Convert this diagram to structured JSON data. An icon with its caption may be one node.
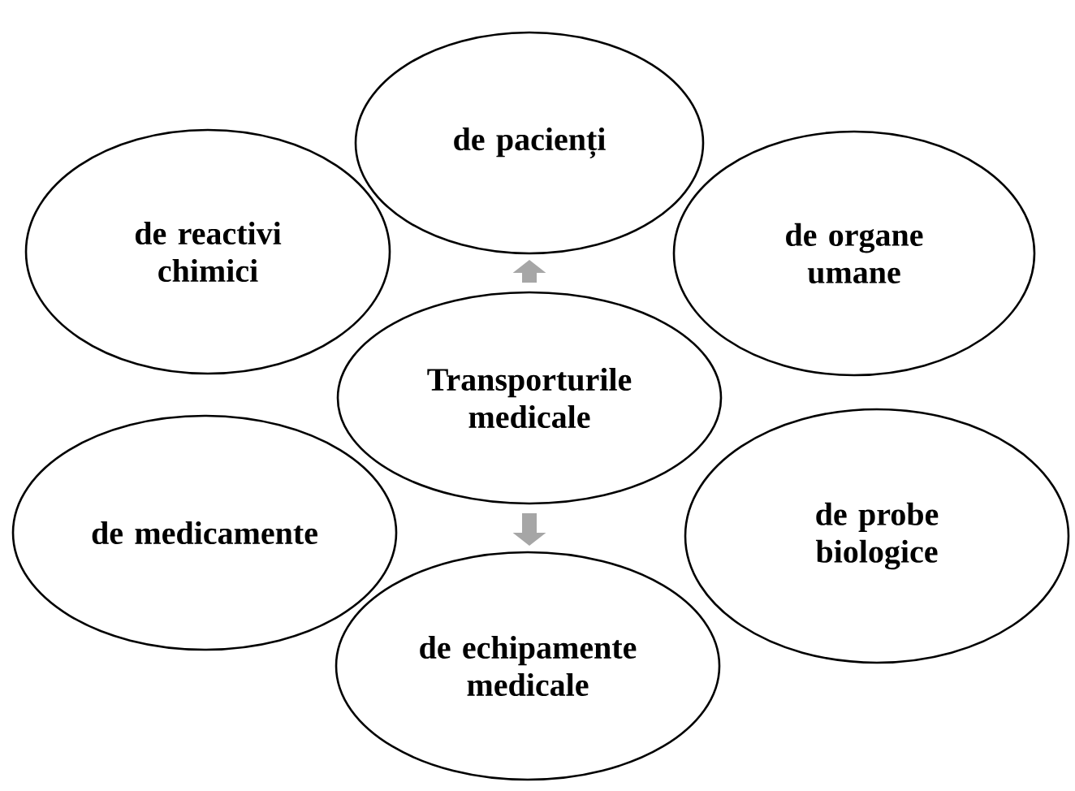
{
  "diagram": {
    "nodes": [
      {
        "text": [
          "de pacienți"
        ]
      },
      {
        "text": [
          "de reactivi chimici"
        ]
      },
      {
        "text": [
          "de organe umane"
        ]
      },
      {
        "text": [
          "Transporturile medicale"
        ]
      },
      {
        "text": [
          "de medicamente"
        ]
      },
      {
        "text": [
          "de probe biologice"
        ]
      },
      {
        "text": [
          "de echipamente medicale"
        ]
      }
    ],
    "edges": [
      {
        "from": 3,
        "to": 0,
        "arrow": "to"
      },
      {
        "from": 3,
        "to": 6,
        "arrow": "to"
      }
    ]
  }
}
